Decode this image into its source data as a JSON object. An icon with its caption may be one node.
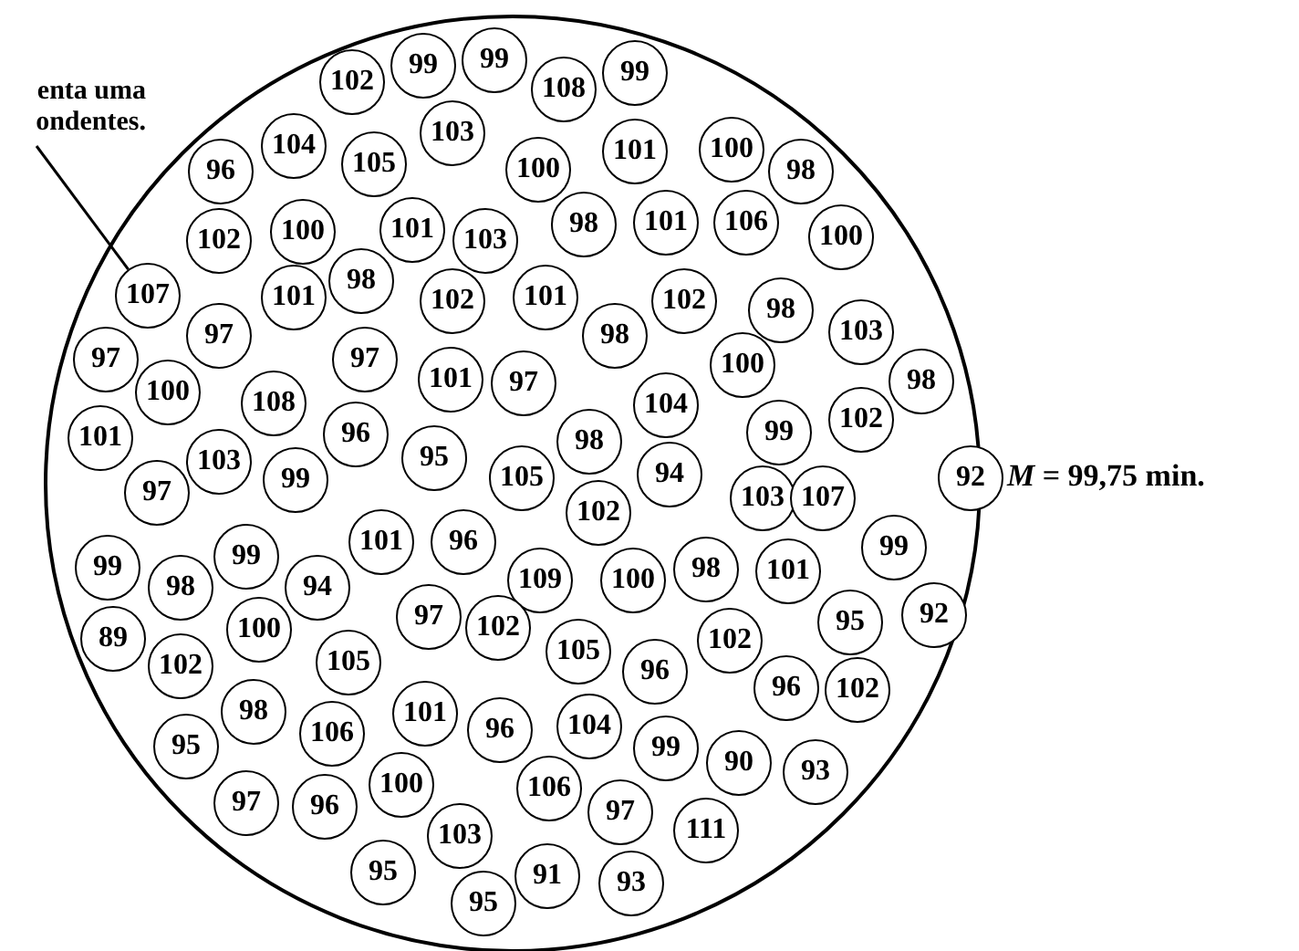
{
  "diagram": {
    "nodes": [
      {
        "text": [],
        "shape": "circle"
      },
      {
        "text": [
          "enta uma ondentes."
        ]
      },
      {
        "text": [
          "102"
        ],
        "in": 0
      },
      {
        "text": [
          "99"
        ],
        "in": 0
      },
      {
        "text": [
          "99"
        ],
        "in": 0
      },
      {
        "text": [
          "108"
        ],
        "in": 0
      },
      {
        "text": [
          "99"
        ],
        "in": 0
      },
      {
        "text": [
          "96"
        ],
        "in": 0
      },
      {
        "text": [
          "104"
        ],
        "in": 0
      },
      {
        "text": [
          "105"
        ],
        "in": 0
      },
      {
        "text": [
          "103"
        ],
        "in": 0
      },
      {
        "text": [
          "100"
        ],
        "in": 0
      },
      {
        "text": [
          "101"
        ],
        "in": 0
      },
      {
        "text": [
          "100"
        ],
        "in": 0
      },
      {
        "text": [
          "98"
        ],
        "in": 0
      },
      {
        "text": [
          "102"
        ],
        "in": 0
      },
      {
        "text": [
          "100"
        ],
        "in": 0
      },
      {
        "text": [
          "101"
        ],
        "in": 0
      },
      {
        "text": [
          "103"
        ],
        "in": 0
      },
      {
        "text": [
          "98"
        ],
        "in": 0
      },
      {
        "text": [
          "101"
        ],
        "in": 0
      },
      {
        "text": [
          "106"
        ],
        "in": 0
      },
      {
        "text": [
          "100"
        ],
        "in": 0
      },
      {
        "text": [
          "107"
        ],
        "in": 0
      },
      {
        "text": [
          "101"
        ],
        "in": 0
      },
      {
        "text": [
          "98"
        ],
        "in": 0
      },
      {
        "text": [
          "102"
        ],
        "in": 0
      },
      {
        "text": [
          "101"
        ],
        "in": 0
      },
      {
        "text": [
          "102"
        ],
        "in": 0
      },
      {
        "text": [
          "98"
        ],
        "in": 0
      },
      {
        "text": [
          "97"
        ],
        "in": 0
      },
      {
        "text": [
          "98"
        ],
        "in": 0
      },
      {
        "text": [
          "103"
        ],
        "in": 0
      },
      {
        "text": [
          "97"
        ],
        "in": 0
      },
      {
        "text": [
          "97"
        ],
        "in": 0
      },
      {
        "text": [
          "100"
        ],
        "in": 0
      },
      {
        "text": [
          "101"
        ],
        "in": 0
      },
      {
        "text": [
          "97"
        ],
        "in": 0
      },
      {
        "text": [
          "98"
        ],
        "in": 0
      },
      {
        "text": [
          "100"
        ],
        "in": 0
      },
      {
        "text": [
          "108"
        ],
        "in": 0
      },
      {
        "text": [
          "104"
        ],
        "in": 0
      },
      {
        "text": [
          "102"
        ],
        "in": 0
      },
      {
        "text": [
          "96"
        ],
        "in": 0
      },
      {
        "text": [
          "99"
        ],
        "in": 0
      },
      {
        "text": [
          "101"
        ],
        "in": 0
      },
      {
        "text": [
          "98"
        ],
        "in": 0
      },
      {
        "text": [
          "95"
        ],
        "in": 0
      },
      {
        "text": [
          "103"
        ],
        "in": 0
      },
      {
        "text": [
          "94"
        ],
        "in": 0
      },
      {
        "text": [
          "99"
        ],
        "in": 0
      },
      {
        "text": [
          "105"
        ],
        "in": 0
      },
      {
        "text": [
          "92"
        ],
        "in": 0
      },
      {
        "text": [
          "97"
        ],
        "in": 0
      },
      {
        "text": [
          "103"
        ],
        "in": 0
      },
      {
        "text": [
          "107"
        ],
        "in": 0
      },
      {
        "text": [
          "102"
        ],
        "in": 0
      },
      {
        "text": [
          "101"
        ],
        "in": 0
      },
      {
        "text": [
          "96"
        ],
        "in": 0
      },
      {
        "text": [
          "99"
        ],
        "in": 0
      },
      {
        "text": [
          "99"
        ],
        "in": 0
      },
      {
        "text": [
          "99"
        ],
        "in": 0
      },
      {
        "text": [
          "98"
        ],
        "in": 0
      },
      {
        "text": [
          "101"
        ],
        "in": 0
      },
      {
        "text": [
          "109"
        ],
        "in": 0
      },
      {
        "text": [
          "100"
        ],
        "in": 0
      },
      {
        "text": [
          "98"
        ],
        "in": 0
      },
      {
        "text": [
          "94"
        ],
        "in": 0
      },
      {
        "text": [
          "97"
        ],
        "in": 0
      },
      {
        "text": [
          "95"
        ],
        "in": 0
      },
      {
        "text": [
          "92"
        ],
        "in": 0
      },
      {
        "text": [
          "102"
        ],
        "in": 0
      },
      {
        "text": [
          "100"
        ],
        "in": 0
      },
      {
        "text": [
          "89"
        ],
        "in": 0
      },
      {
        "text": [
          "102"
        ],
        "in": 0
      },
      {
        "text": [
          "105"
        ],
        "in": 0
      },
      {
        "text": [
          "102"
        ],
        "in": 0
      },
      {
        "text": [
          "105"
        ],
        "in": 0
      },
      {
        "text": [
          "96"
        ],
        "in": 0
      },
      {
        "text": [
          "96"
        ],
        "in": 0
      },
      {
        "text": [
          "102"
        ],
        "in": 0
      },
      {
        "text": [
          "98"
        ],
        "in": 0
      },
      {
        "text": [
          "101"
        ],
        "in": 0
      },
      {
        "text": [
          "104"
        ],
        "in": 0
      },
      {
        "text": [
          "96"
        ],
        "in": 0
      },
      {
        "text": [
          "106"
        ],
        "in": 0
      },
      {
        "text": [
          "95"
        ],
        "in": 0
      },
      {
        "text": [
          "99"
        ],
        "in": 0
      },
      {
        "text": [
          "90"
        ],
        "in": 0
      },
      {
        "text": [
          "93"
        ],
        "in": 0
      },
      {
        "text": [
          "100"
        ],
        "in": 0
      },
      {
        "text": [
          "106"
        ],
        "in": 0
      },
      {
        "text": [
          "97"
        ],
        "in": 0
      },
      {
        "text": [
          "96"
        ],
        "in": 0
      },
      {
        "text": [
          "97"
        ],
        "in": 0
      },
      {
        "text": [
          "111"
        ],
        "in": 0
      },
      {
        "text": [
          "103"
        ],
        "in": 0
      },
      {
        "text": [
          "95"
        ],
        "in": 0
      },
      {
        "text": [
          "91"
        ],
        "in": 0
      },
      {
        "text": [
          "93"
        ],
        "in": 0
      },
      {
        "text": [
          "95"
        ],
        "in": 0
      }
    ],
    "edges": [
      {
        "from": 1,
        "to": 23,
        "arrow": "none"
      }
    ],
    "labels": [
      "*M* = 99,75 min."
    ]
  }
}
